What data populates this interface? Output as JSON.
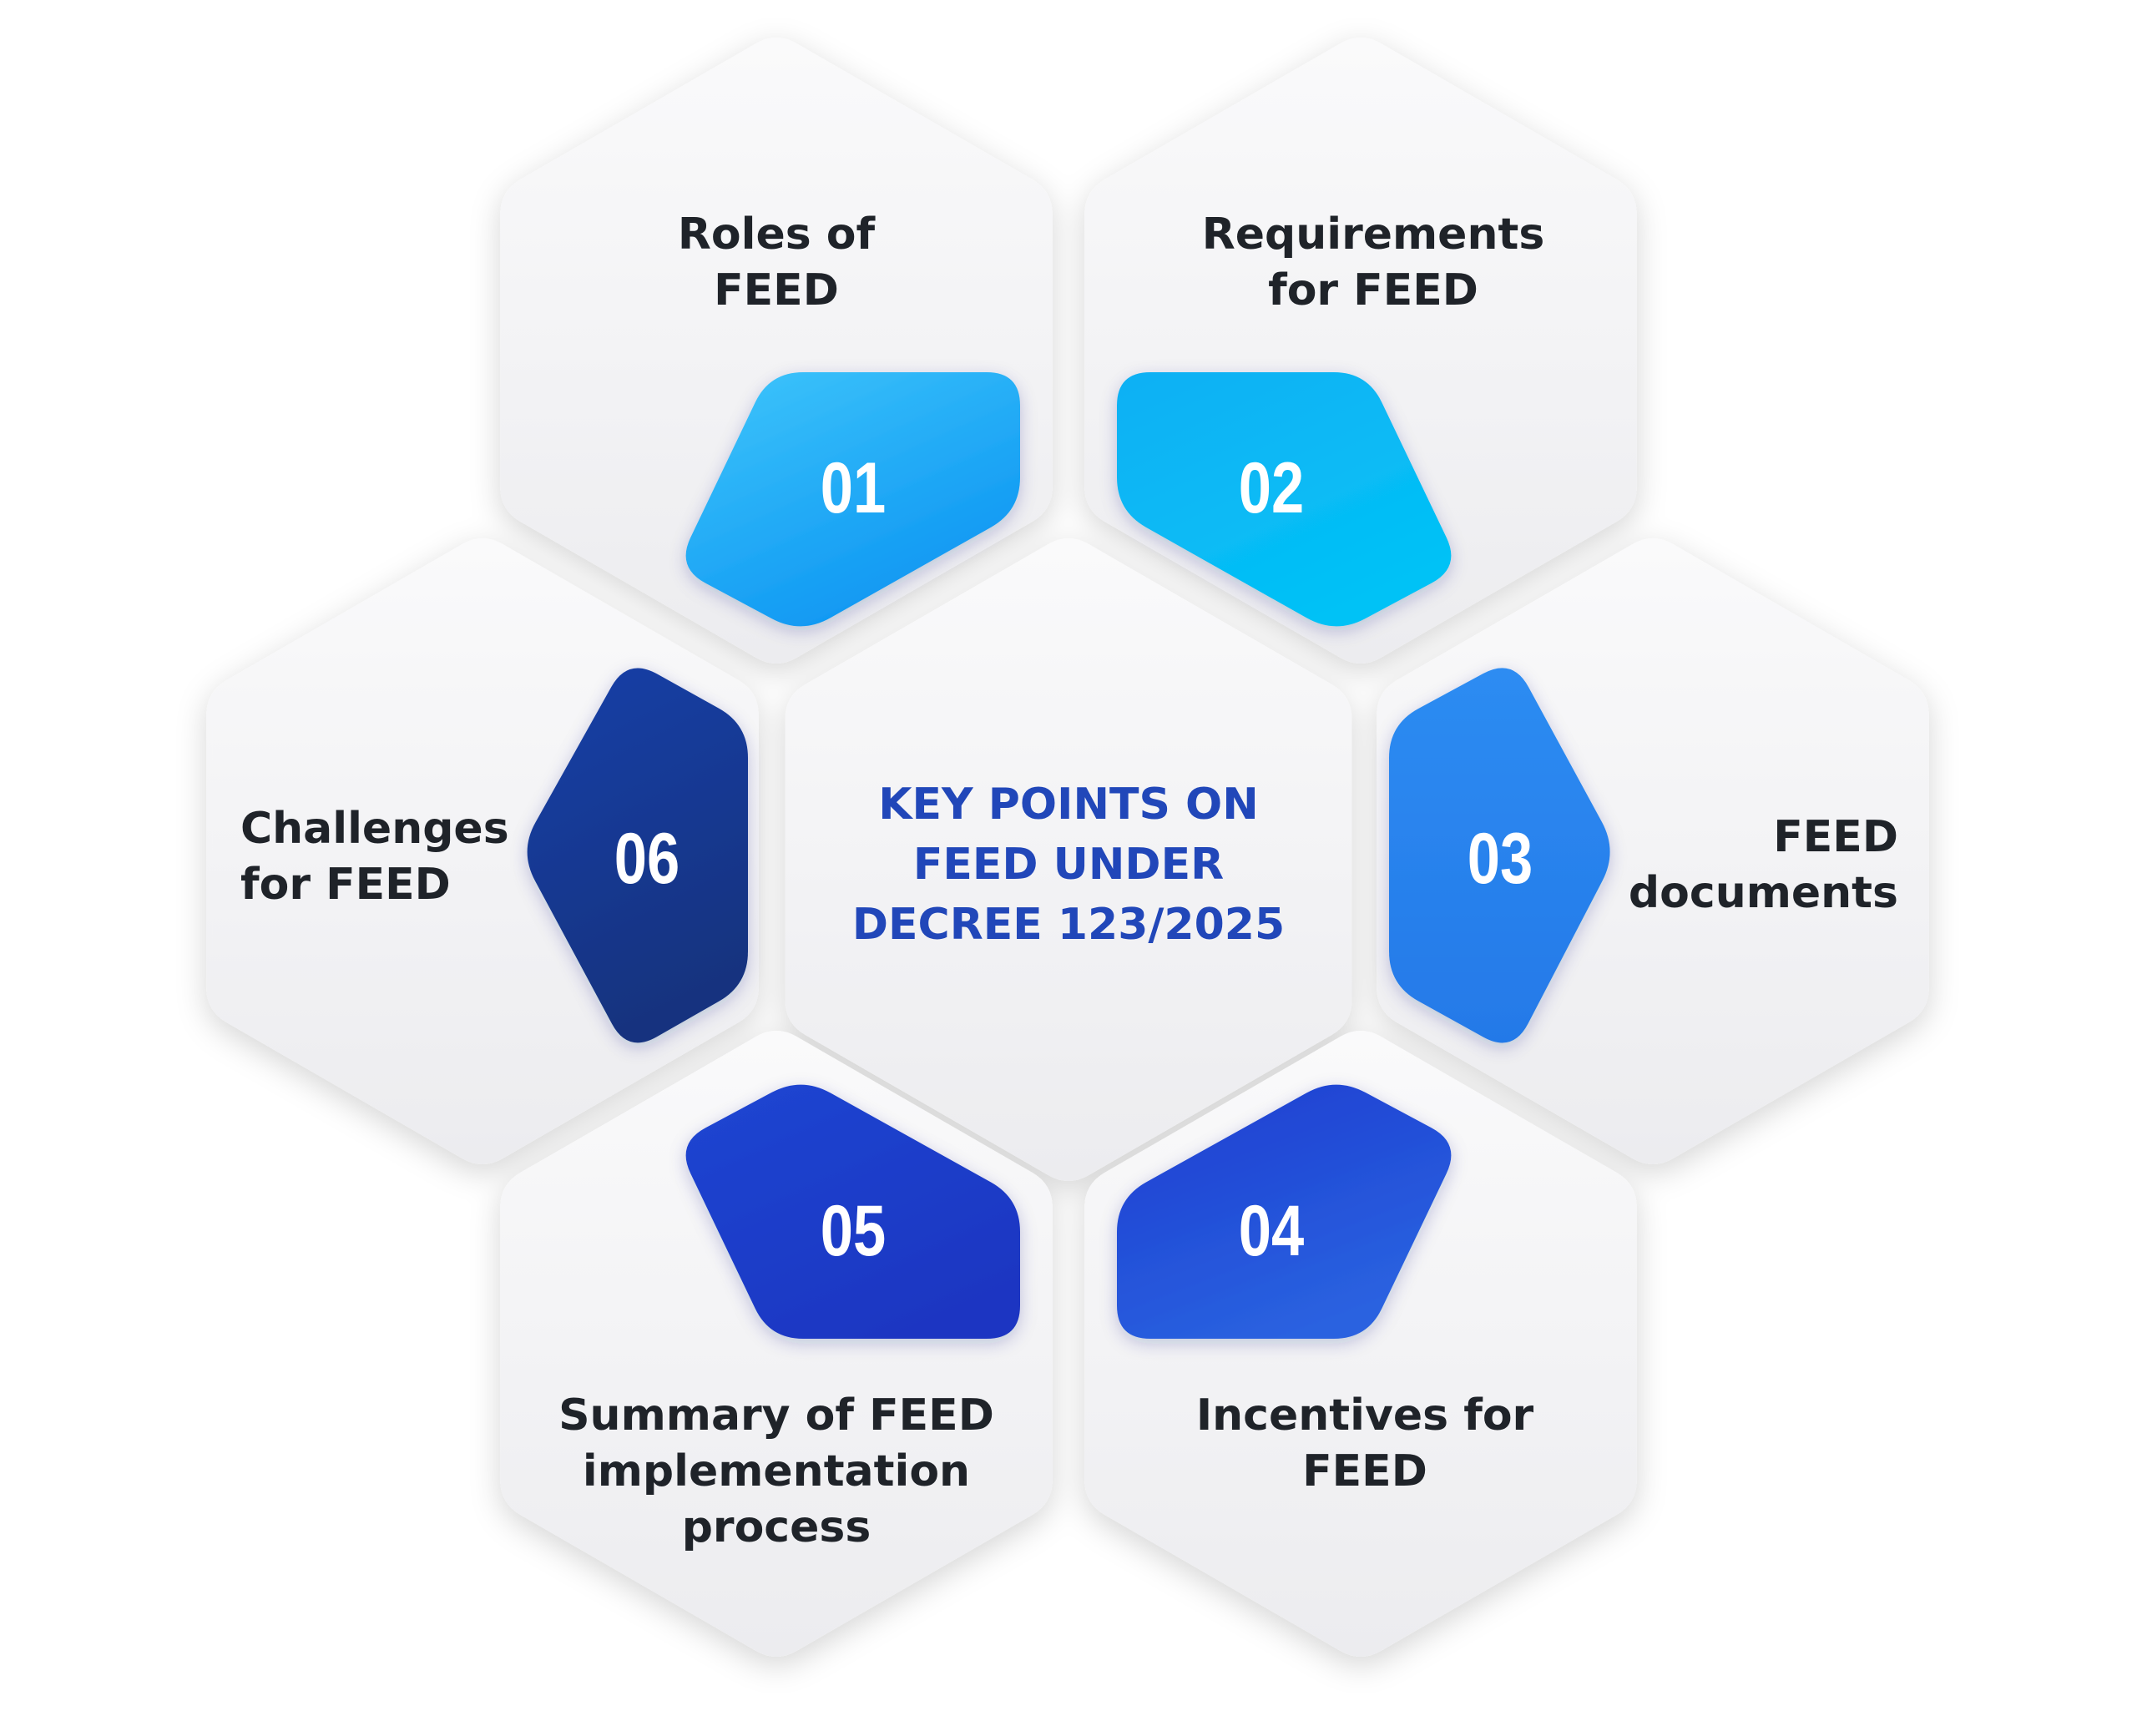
{
  "center": {
    "line1": "KEY POINTS ON",
    "line2": "FEED UNDER",
    "line3": "DECREE 123/2025"
  },
  "items": [
    {
      "number": "01",
      "label_line1": "Roles of",
      "label_line2": "FEED",
      "color": "#1aa6f5"
    },
    {
      "number": "02",
      "label_line1": "Requirements",
      "label_line2": "for FEED",
      "color": "#0bb6f2"
    },
    {
      "number": "03",
      "label_line1": "FEED",
      "label_line2": "documents",
      "color": "#2a86ee"
    },
    {
      "number": "04",
      "label_line1": "Incentives for",
      "label_line2": "FEED",
      "color": "#2150d6"
    },
    {
      "number": "05",
      "label_line1": "Summary of FEED",
      "label_line2": "implementation",
      "label_line3": "process",
      "color": "#1f3fc6"
    },
    {
      "number": "06",
      "label_line1": "Challenges",
      "label_line2": "for FEED",
      "color": "#173a99"
    }
  ],
  "colors": {
    "hex_fill": "#f2f2f4",
    "center_text": "#2147b9",
    "label_text": "#1f2329",
    "number_text": "#ffffff"
  }
}
